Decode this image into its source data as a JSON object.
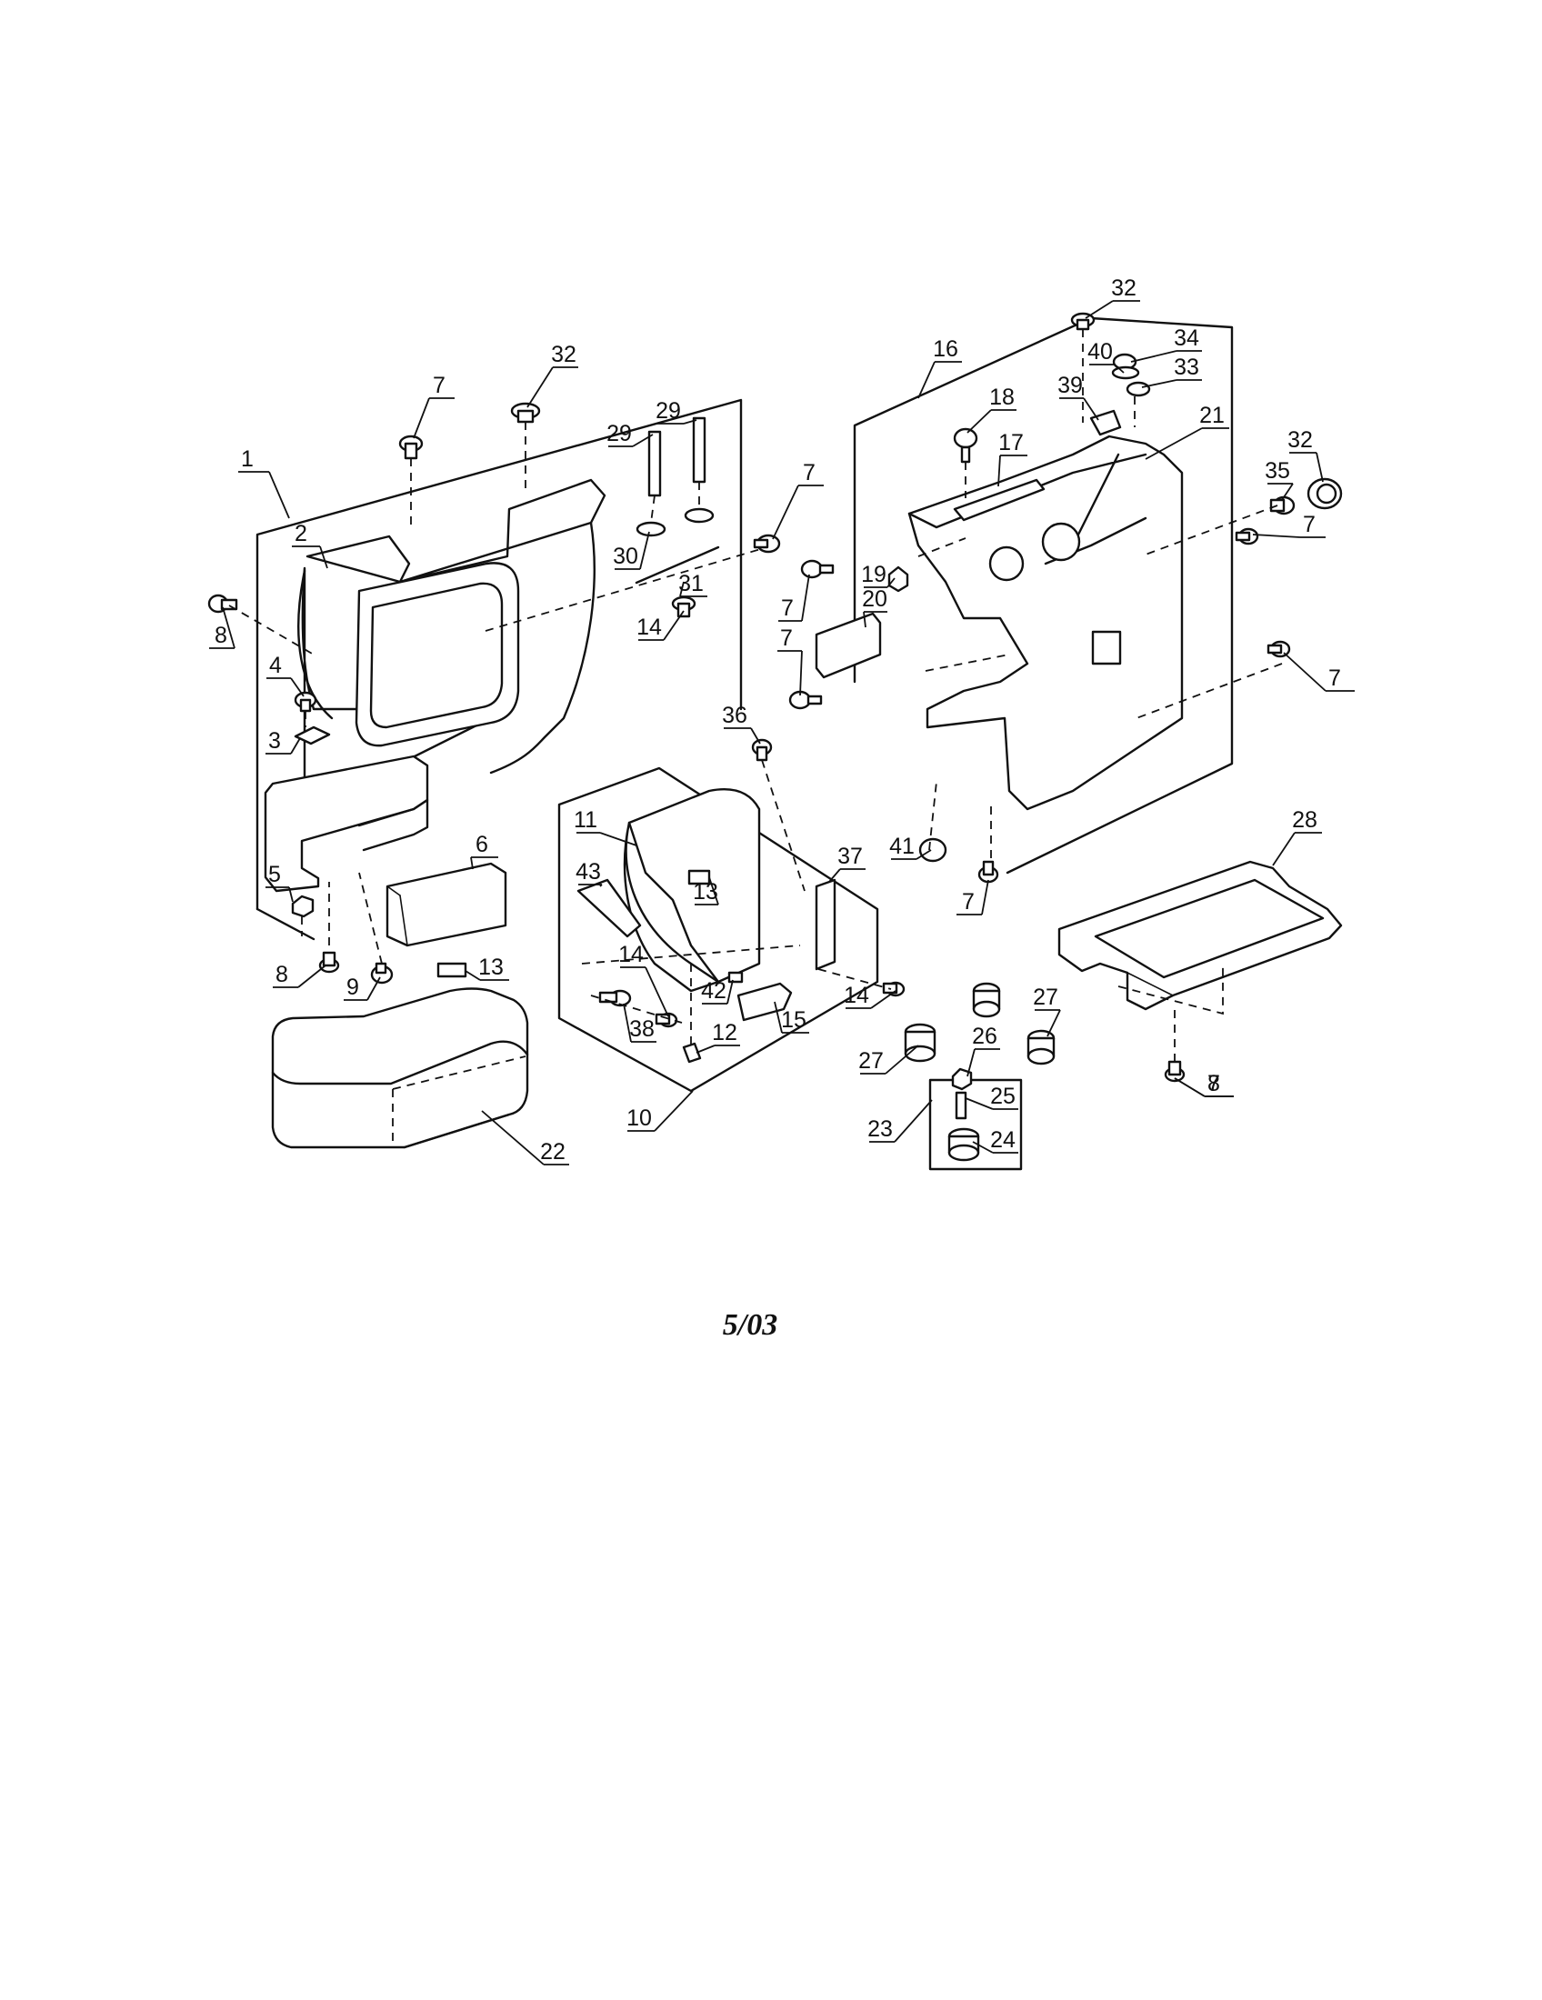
{
  "callouts": [
    {
      "id": "c1",
      "text": "1"
    },
    {
      "id": "c2",
      "text": "2"
    },
    {
      "id": "c3",
      "text": "3"
    },
    {
      "id": "c4",
      "text": "4"
    },
    {
      "id": "c5",
      "text": "5"
    },
    {
      "id": "c6",
      "text": "6"
    },
    {
      "id": "c7a",
      "text": "7"
    },
    {
      "id": "c7b",
      "text": "7"
    },
    {
      "id": "c7c",
      "text": "7"
    },
    {
      "id": "c7d",
      "text": "7"
    },
    {
      "id": "c7e",
      "text": "7"
    },
    {
      "id": "c7f",
      "text": "7"
    },
    {
      "id": "c7g",
      "text": "7"
    },
    {
      "id": "c7h",
      "text": "7"
    },
    {
      "id": "c8a",
      "text": "8"
    },
    {
      "id": "c8b",
      "text": "8"
    },
    {
      "id": "c8c",
      "text": "8"
    },
    {
      "id": "c9",
      "text": "9"
    },
    {
      "id": "c10",
      "text": "10"
    },
    {
      "id": "c11",
      "text": "11"
    },
    {
      "id": "c12",
      "text": "12"
    },
    {
      "id": "c13a",
      "text": "13"
    },
    {
      "id": "c13b",
      "text": "13"
    },
    {
      "id": "c14a",
      "text": "14"
    },
    {
      "id": "c14b",
      "text": "14"
    },
    {
      "id": "c14c",
      "text": "14"
    },
    {
      "id": "c15",
      "text": "15"
    },
    {
      "id": "c16",
      "text": "16"
    },
    {
      "id": "c17",
      "text": "17"
    },
    {
      "id": "c18",
      "text": "18"
    },
    {
      "id": "c19",
      "text": "19"
    },
    {
      "id": "c20",
      "text": "20"
    },
    {
      "id": "c21",
      "text": "21"
    },
    {
      "id": "c22",
      "text": "22"
    },
    {
      "id": "c23",
      "text": "23"
    },
    {
      "id": "c24",
      "text": "24"
    },
    {
      "id": "c25",
      "text": "25"
    },
    {
      "id": "c26",
      "text": "26"
    },
    {
      "id": "c27a",
      "text": "27"
    },
    {
      "id": "c27b",
      "text": "27"
    },
    {
      "id": "c28",
      "text": "28"
    },
    {
      "id": "c29a",
      "text": "29"
    },
    {
      "id": "c29b",
      "text": "29"
    },
    {
      "id": "c30",
      "text": "30"
    },
    {
      "id": "c31",
      "text": "31"
    },
    {
      "id": "c32a",
      "text": "32"
    },
    {
      "id": "c32b",
      "text": "32"
    },
    {
      "id": "c32c",
      "text": "32"
    },
    {
      "id": "c33",
      "text": "33"
    },
    {
      "id": "c34",
      "text": "34"
    },
    {
      "id": "c35",
      "text": "35"
    },
    {
      "id": "c36",
      "text": "36"
    },
    {
      "id": "c37",
      "text": "37"
    },
    {
      "id": "c38",
      "text": "38"
    },
    {
      "id": "c39",
      "text": "39"
    },
    {
      "id": "c40",
      "text": "40"
    },
    {
      "id": "c41",
      "text": "41"
    },
    {
      "id": "c42",
      "text": "42"
    },
    {
      "id": "c43",
      "text": "43"
    }
  ],
  "footer": {
    "page_code": "5/03"
  },
  "colors": {
    "ink": "#111111",
    "paper": "#ffffff"
  }
}
